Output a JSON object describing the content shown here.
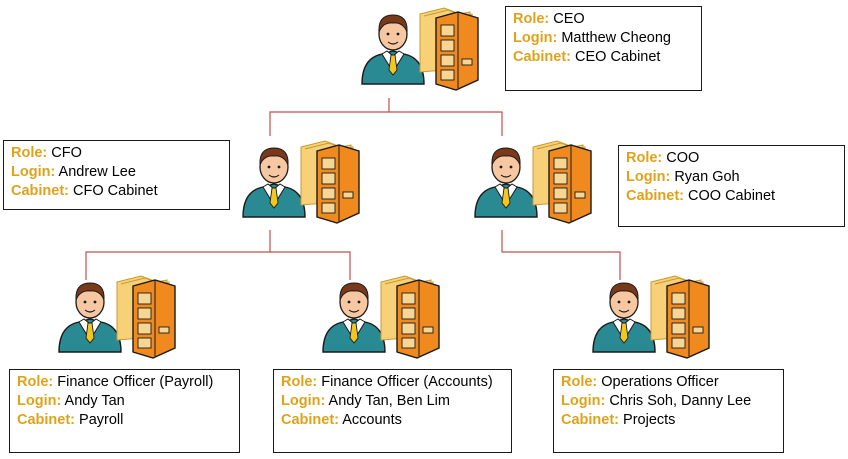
{
  "labels": {
    "role": "Role:",
    "login": "Login:",
    "cabinet": "Cabinet:"
  },
  "nodes": [
    {
      "id": "ceo",
      "role": "CEO",
      "login": "Matthew Cheong",
      "cabinet": "CEO Cabinet"
    },
    {
      "id": "cfo",
      "role": "CFO",
      "login": "Andrew Lee",
      "cabinet": "CFO Cabinet"
    },
    {
      "id": "coo",
      "role": "COO",
      "login": "Ryan Goh",
      "cabinet": "COO Cabinet"
    },
    {
      "id": "fo-payroll",
      "role": "Finance Officer (Payroll)",
      "login": "Andy Tan",
      "cabinet": "Payroll"
    },
    {
      "id": "fo-accounts",
      "role": "Finance Officer (Accounts)",
      "login": "Andy Tan,  Ben Lim",
      "cabinet": "Accounts"
    },
    {
      "id": "ops",
      "role": "Operations Officer",
      "login": "Chris Soh,  Danny Lee",
      "cabinet": "Projects"
    }
  ],
  "edges": [
    [
      "ceo",
      "cfo"
    ],
    [
      "ceo",
      "coo"
    ],
    [
      "cfo",
      "fo-payroll"
    ],
    [
      "cfo",
      "fo-accounts"
    ],
    [
      "coo",
      "ops"
    ]
  ],
  "colors": {
    "connector": "#c0504d",
    "label": "#e0a21a",
    "suit": "#2a8a94",
    "tie": "#f2c81e",
    "skin": "#f6c7a0",
    "hair": "#7a3a1a",
    "cabinet": "#f08a1e",
    "drawer": "#f7d592",
    "folder": "#f7d078"
  }
}
